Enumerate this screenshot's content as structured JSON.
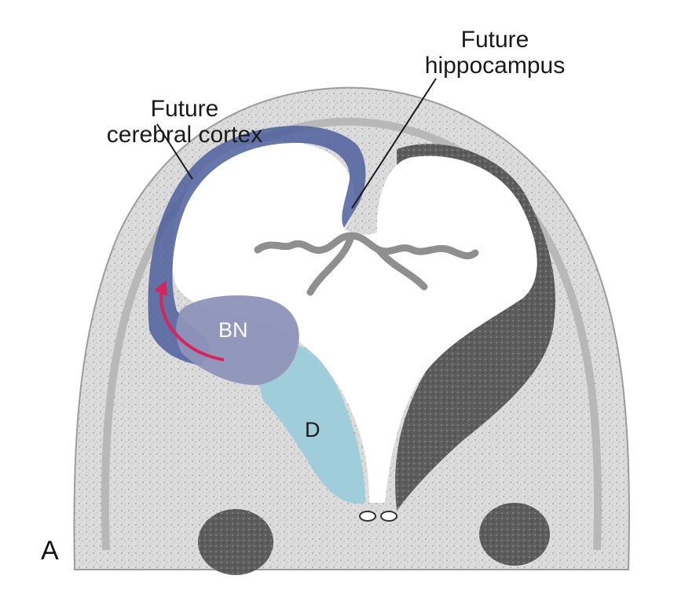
{
  "labels": {
    "cortex_line1": "Future",
    "cortex_line2": "cerebral cortex",
    "hippo_line1": "Future",
    "hippo_line2": "hippocampus",
    "bn": "BN",
    "d": "D",
    "panel": "A"
  },
  "colors": {
    "tissue": "#d9d9d9",
    "tissue_dark": "#6b6b6b",
    "ventricle": "#ffffff",
    "cortex_region": "#4e5f9c",
    "bn_region": "#8d92b9",
    "d_region": "#9ccbd9",
    "arrow": "#d9235b",
    "leader_line": "#1a1a1a"
  },
  "icons": {
    "migration_arrow": "curved-arrow-icon"
  }
}
